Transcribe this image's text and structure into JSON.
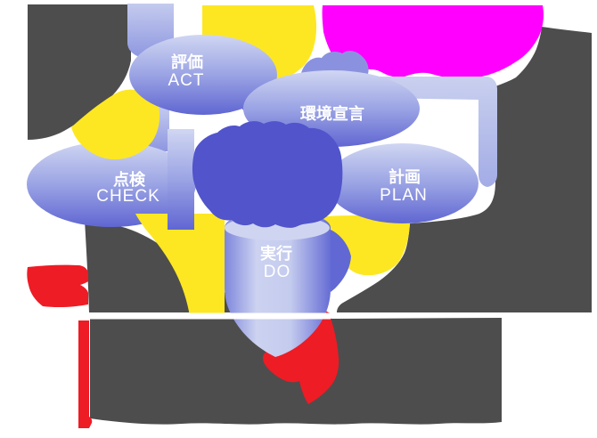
{
  "diagram": {
    "type": "cycle-diagram",
    "nodes": [
      {
        "id": "act",
        "label_ja": "評価",
        "label_en": "ACT"
      },
      {
        "id": "declaration",
        "label_ja": "環境宣言",
        "label_en": ""
      },
      {
        "id": "check",
        "label_ja": "点検",
        "label_en": "CHECK"
      },
      {
        "id": "plan",
        "label_ja": "計画",
        "label_en": "PLAN"
      },
      {
        "id": "do",
        "label_ja": "実行",
        "label_en": "DO"
      }
    ],
    "colors": {
      "canvas": "#ffffff",
      "gray": "#4d4d4d",
      "yellow": "#fde723",
      "magenta": "#ff00ff",
      "red": "#ee1c25",
      "blue_center": "#5154cb",
      "blue_wedge": "#6168d3",
      "blue_bumps": "#8a92e0",
      "cyl_lip": "#cfd5f1",
      "text": "#ffffff"
    }
  }
}
